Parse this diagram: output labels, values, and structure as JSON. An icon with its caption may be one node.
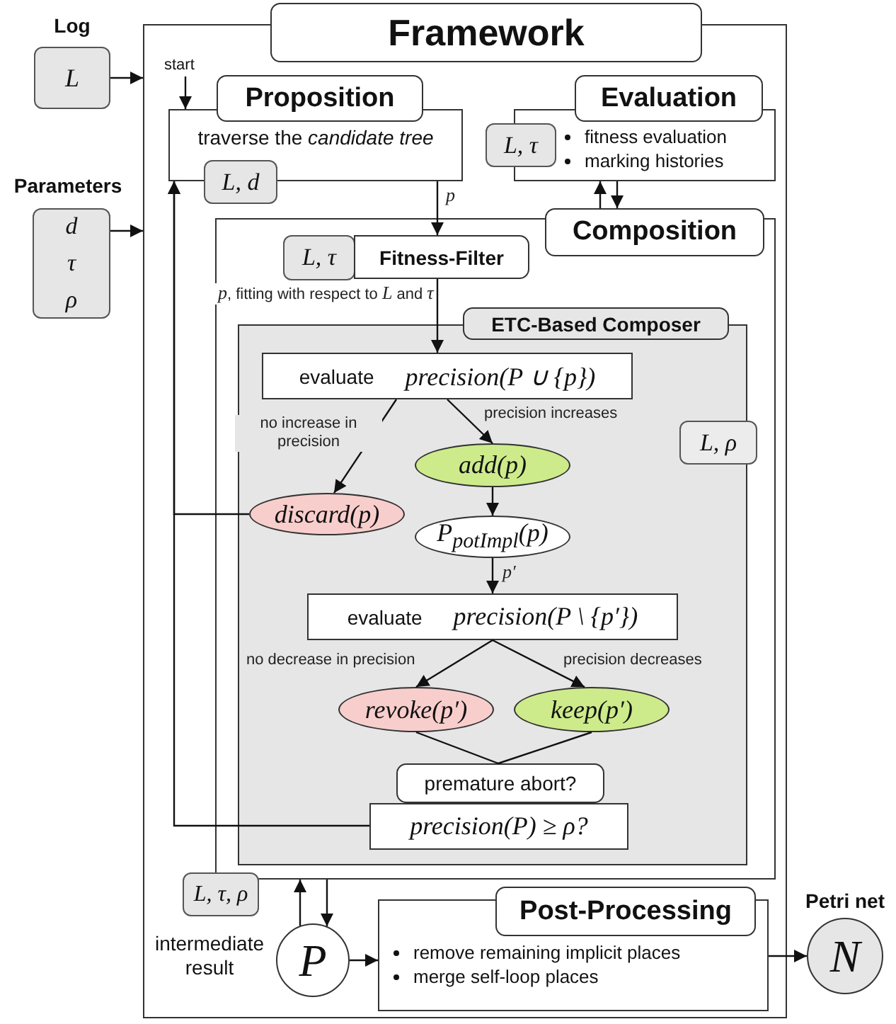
{
  "diagram": {
    "nodes": [
      {
        "text": [
          "Framework"
        ]
      },
      {
        "text": [
          "Log",
          "L"
        ]
      },
      {
        "text": [
          "Parameters",
          "d τ ρ"
        ]
      },
      {
        "text": [
          "start"
        ],
        "in": 0
      },
      {
        "text": [
          "Proposition",
          "traverse the *candidate tree*"
        ],
        "in": 0
      },
      {
        "text": [
          "L, d"
        ],
        "in": 0
      },
      {
        "text": [
          "Evaluation",
          "fitness evaluation",
          "marking histories"
        ],
        "in": 0
      },
      {
        "text": [
          "L, τ"
        ],
        "in": 0
      },
      {
        "text": [
          "Composition"
        ],
        "in": 0
      },
      {
        "text": [
          "L, τ"
        ],
        "in": 8
      },
      {
        "text": [
          "Fitness-Filter"
        ],
        "in": 8
      },
      {
        "text": [
          "ETC-Based Composer"
        ],
        "in": 8
      },
      {
        "text": [
          "L, ρ"
        ],
        "in": 8
      },
      {
        "text": [
          "evaluate",
          "precision(P ∪ {p})"
        ],
        "in": 11
      },
      {
        "text": [
          "discard(p)"
        ],
        "in": 11
      },
      {
        "text": [
          "add(p)"
        ],
        "in": 11
      },
      {
        "text": [
          "P$_{potImpl}$(p)"
        ],
        "in": 11
      },
      {
        "text": [
          "evaluate",
          "precision(P \\ {p′})"
        ],
        "in": 11
      },
      {
        "text": [
          "revoke(p′)"
        ],
        "in": 11
      },
      {
        "text": [
          "keep(p′)"
        ],
        "in": 11
      },
      {
        "text": [
          "premature abort?"
        ],
        "in": 11
      },
      {
        "text": [
          "precision(P) ≥ ρ?"
        ],
        "in": 11
      },
      {
        "text": [
          "L, τ, ρ"
        ],
        "in": 0
      },
      {
        "text": [
          "P"
        ],
        "in": 0,
        "beside": [
          "intermediate result"
        ]
      },
      {
        "text": [
          "Post-Processing",
          "remove remaining implicit places",
          "merge self-loop places"
        ],
        "in": 0
      },
      {
        "text": [
          "Petri net",
          "N"
        ]
      }
    ],
    "edges": [
      {
        "from": 1,
        "to": 0,
        "arrow": "to"
      },
      {
        "from": 2,
        "to": 0,
        "arrow": "to"
      },
      {
        "from": 3,
        "to": 4,
        "arrow": "to"
      },
      {
        "from": 4,
        "to": 10,
        "arrow": "to",
        "label": "p"
      },
      {
        "from": 10,
        "to": 13,
        "arrow": "to",
        "label": "*p*, fitting with respect to *L* and *τ*"
      },
      {
        "from": 8,
        "to": 6,
        "arrow": "to"
      },
      {
        "from": 6,
        "to": 8,
        "arrow": "to"
      },
      {
        "from": 13,
        "to": 14,
        "arrow": "to",
        "label": "no increase in precision"
      },
      {
        "from": 13,
        "to": 15,
        "arrow": "to",
        "label": "precision increases"
      },
      {
        "from": 15,
        "to": 16,
        "arrow": "to"
      },
      {
        "from": 16,
        "to": 17,
        "arrow": "to",
        "label": "p′"
      },
      {
        "from": 17,
        "to": 18,
        "arrow": "to",
        "label": "no decrease in precision"
      },
      {
        "from": 17,
        "to": 19,
        "arrow": "to",
        "label": "precision decreases"
      },
      {
        "from": 18,
        "to": 20,
        "arrow": "none"
      },
      {
        "from": 19,
        "to": 20,
        "arrow": "none"
      },
      {
        "from": 14,
        "to": 4,
        "arrow": "to"
      },
      {
        "from": 21,
        "to": 4,
        "arrow": "to"
      },
      {
        "from": 23,
        "to": 8,
        "arrow": "to"
      },
      {
        "from": 8,
        "to": 23,
        "arrow": "to"
      },
      {
        "from": 23,
        "to": 24,
        "arrow": "to"
      },
      {
        "from": 24,
        "to": 25,
        "arrow": "to"
      }
    ]
  }
}
